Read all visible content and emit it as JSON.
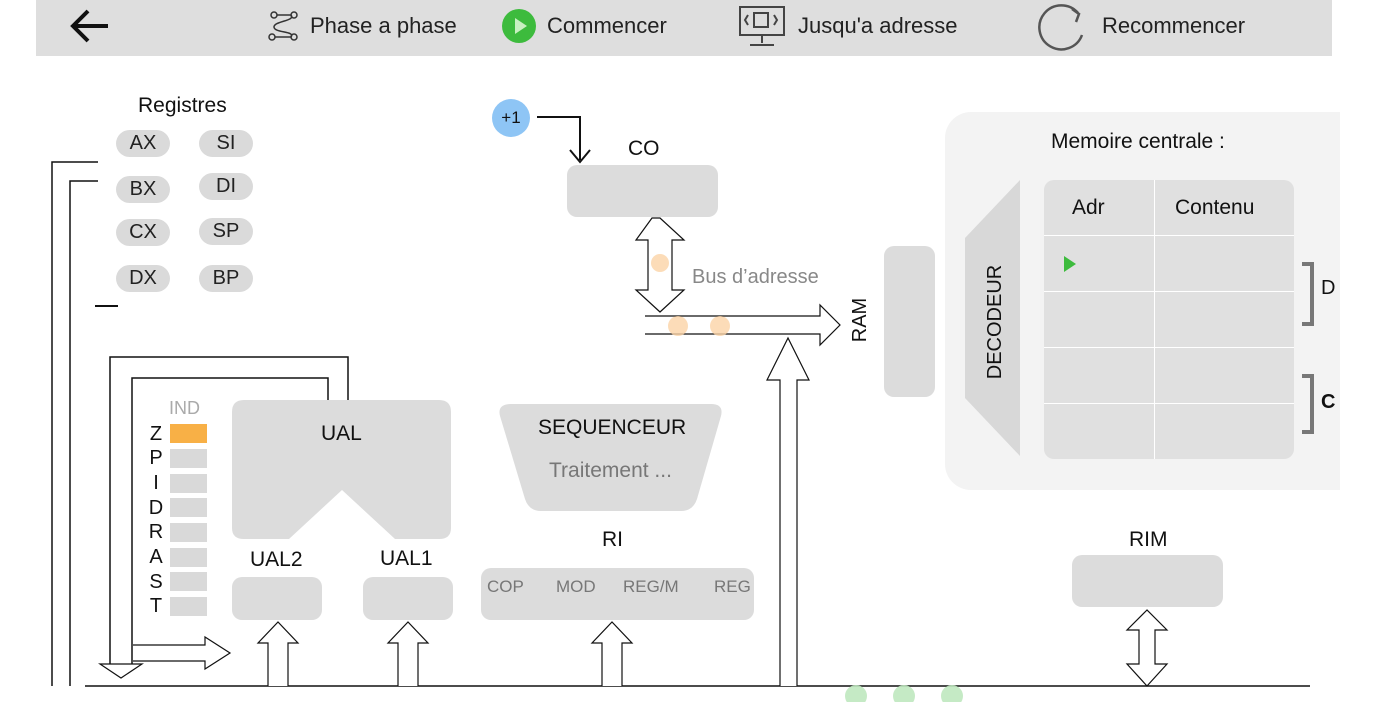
{
  "toolbar": {
    "back_icon": "arrow-left-icon",
    "phase_label": "Phase a phase",
    "phase_icon": "steps-icon",
    "start_label": "Commencer",
    "start_icon": "play-circle-icon",
    "goto_label": "Jusqu'a adresse",
    "goto_icon": "address-board-icon",
    "restart_label": "Recommencer",
    "restart_icon": "rotate-icon"
  },
  "registers": {
    "title": "Registres",
    "items": [
      "AX",
      "SI",
      "BX",
      "DI",
      "CX",
      "SP",
      "DX",
      "BP"
    ]
  },
  "co": {
    "increment": "+1",
    "label": "CO"
  },
  "bus": {
    "address_label": "Bus d’adresse"
  },
  "ram": {
    "label": "RAM"
  },
  "memory": {
    "title": "Memoire centrale :",
    "decoder_label": "DECODEUR",
    "col_addr": "Adr",
    "col_content": "Contenu",
    "side_labels": [
      "D",
      "C"
    ]
  },
  "flags": {
    "title": "IND",
    "letters": [
      "Z",
      "P",
      "I",
      "D",
      "R",
      "A",
      "S",
      "T"
    ],
    "active_color": "#f8b046",
    "inactive_color": "#d9d9d9"
  },
  "ual": {
    "label": "UAL",
    "ual2": "UAL2",
    "ual1": "UAL1"
  },
  "sequencer": {
    "label": "SEQUENCEUR",
    "status": "Traitement ..."
  },
  "ri": {
    "label": "RI",
    "fields": [
      "COP",
      "MOD",
      "REG/M",
      "REG"
    ]
  },
  "rim": {
    "label": "RIM"
  },
  "colors": {
    "accent_blue": "#8ec5f5",
    "play_green": "#3dbb3d",
    "flag_orange": "#f8b046",
    "panel": "#f3f3f3",
    "box": "#dcdcdc"
  }
}
